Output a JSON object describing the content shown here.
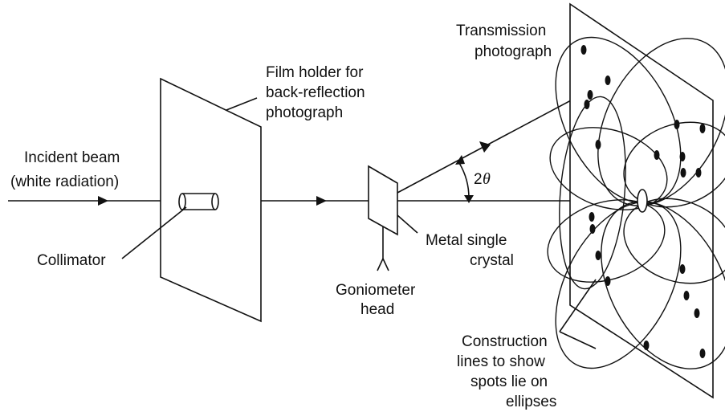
{
  "labels": {
    "incident_beam": [
      "Incident beam",
      "(white radiation)"
    ],
    "collimator": "Collimator",
    "film_holder": [
      "Film holder for",
      "back-reflection",
      "photograph"
    ],
    "transmission": [
      "Transmission",
      "photograph"
    ],
    "goniometer": [
      "Goniometer",
      "head"
    ],
    "crystal": [
      "Metal single",
      "crystal"
    ],
    "construction": [
      "Construction",
      "lines to show",
      "spots lie on",
      "ellipses"
    ],
    "angle_num": "2",
    "angle_sym": "θ"
  },
  "colors": {
    "ink": "#111111",
    "background": "#ffffff"
  }
}
